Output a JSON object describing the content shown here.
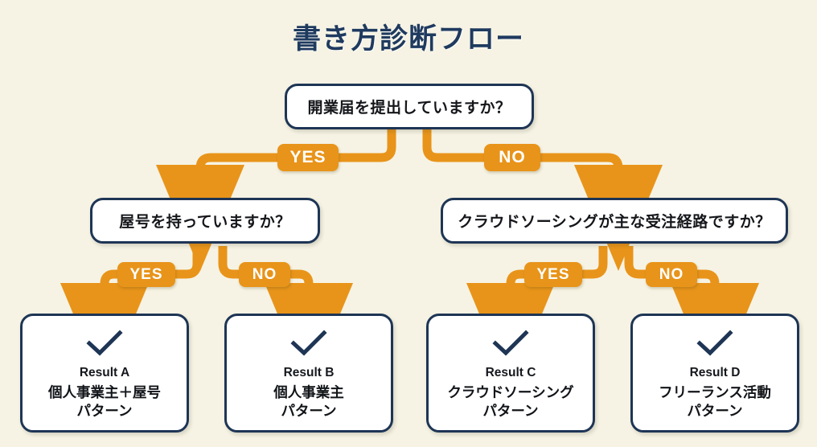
{
  "page": {
    "title": "書き方診断フロー",
    "background_color": "#f6f3e4",
    "navy": "#1e3555",
    "orange": "#e8941a"
  },
  "flow": {
    "root": {
      "question": "開業届を提出していますか？"
    },
    "branches": [
      {
        "edge_label": "YES",
        "question": "屋号を持っていますか？",
        "children": [
          {
            "edge_label": "YES",
            "result_id": "Result A",
            "line1": "個人事業主＋屋号",
            "line2": "パターン",
            "icon": "check-icon"
          },
          {
            "edge_label": "NO",
            "result_id": "Result B",
            "line1": "個人事業主",
            "line2": "パターン",
            "icon": "check-icon"
          }
        ]
      },
      {
        "edge_label": "NO",
        "question": "クラウドソーシングが主な受注経路ですか？",
        "children": [
          {
            "edge_label": "YES",
            "result_id": "Result C",
            "line1": "クラウドソーシング",
            "line2": "パターン",
            "icon": "check-icon"
          },
          {
            "edge_label": "NO",
            "result_id": "Result D",
            "line1": "フリーランス活動",
            "line2": "パターン",
            "icon": "check-icon"
          }
        ]
      }
    ]
  }
}
